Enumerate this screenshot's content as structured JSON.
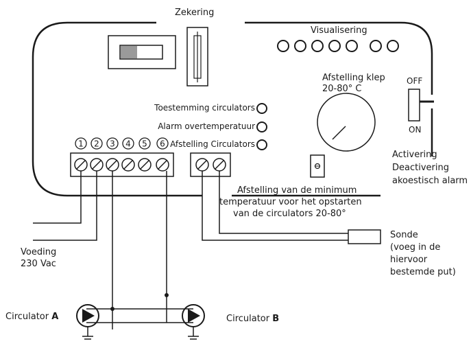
{
  "labels": {
    "fuse": "Zekering",
    "display": "Visualisering",
    "valve_setting_line1": "Afstelling klep",
    "valve_setting_line2": "20-80° C",
    "consent_circulators": "Toestemming circulators",
    "overtemp_alarm": "Alarm overtemperatuur",
    "circulator_setting": "Afstelling Circulators",
    "switch_off": "OFF",
    "switch_on": "ON",
    "activation_line1": "Activering",
    "activation_line2": "Deactivering",
    "activation_line3": "akoestisch alarm",
    "min_temp_line1": "Afstelling van de minimum",
    "min_temp_line2": "temperatuur voor het opstarten",
    "min_temp_line3": "van de circulators 20-80°",
    "probe_line1": "Sonde",
    "probe_line2": "(voeg in de",
    "probe_line3": "hiervoor",
    "probe_line4": "bestemde put)",
    "supply_line1": "Voeding",
    "supply_line2": "230 Vac",
    "circulator_a_text": "Circulator ",
    "circulator_a_letter": "A",
    "circulator_b_text": "Circulator ",
    "circulator_b_letter": "B"
  },
  "terminal_numbers": [
    "1",
    "2",
    "3",
    "4",
    "5",
    "6"
  ],
  "colors": {
    "line": "#1a1a1a",
    "background": "#ffffff"
  }
}
